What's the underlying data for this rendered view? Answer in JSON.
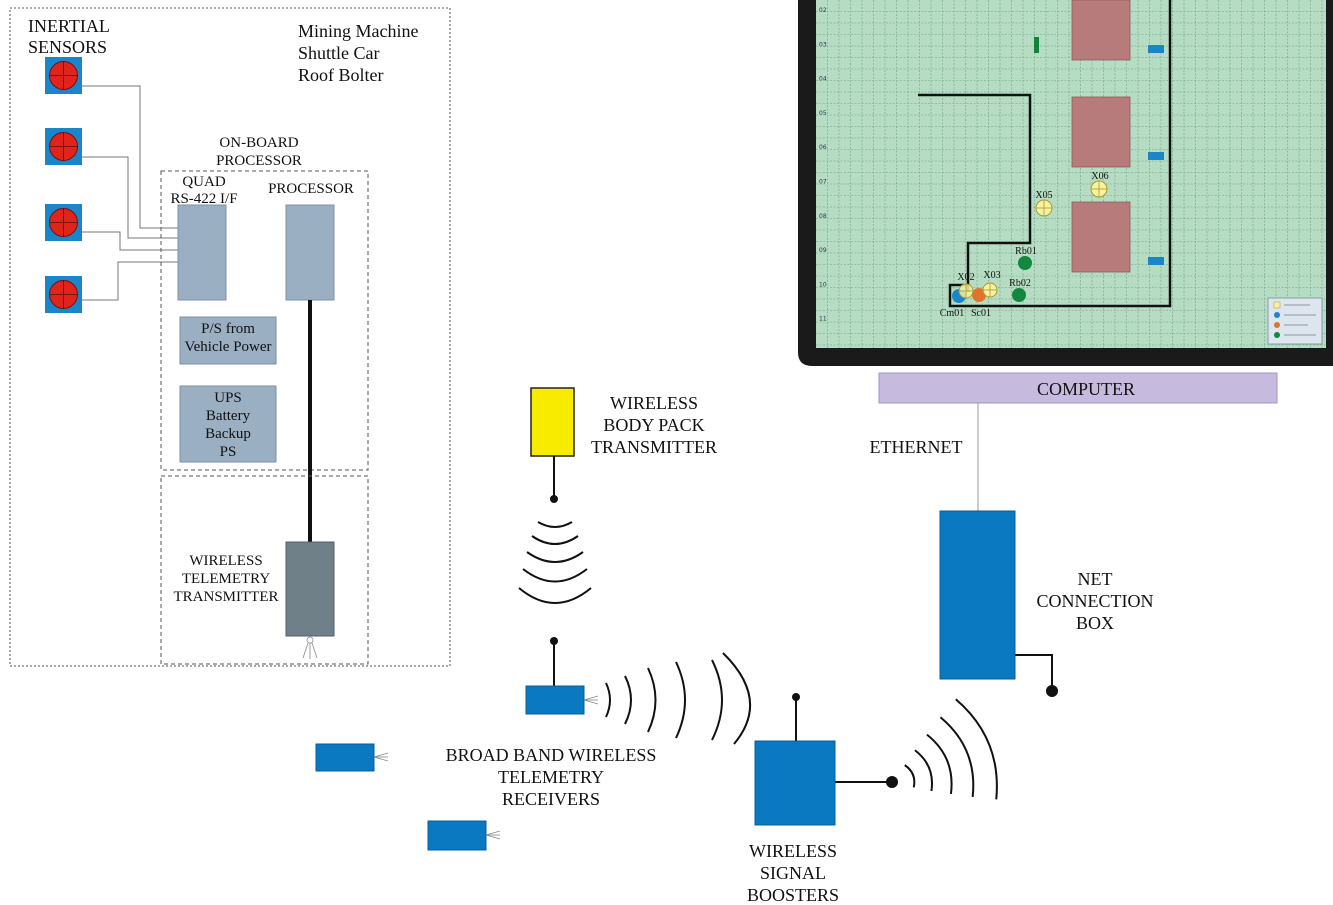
{
  "labels": {
    "inertial_l1": "INERTIAL",
    "inertial_l2": "SENSORS",
    "machine_l1": "Mining Machine",
    "machine_l2": "Shuttle Car",
    "machine_l3": "Roof Bolter",
    "onboard_l1": "ON-BOARD",
    "onboard_l2": "PROCESSOR",
    "quad_l1": "QUAD",
    "quad_l2": "RS-422 I/F",
    "processor": "PROCESSOR",
    "ps_l1": "P/S from",
    "ps_l2": "Vehicle Power",
    "ups_l1": "UPS",
    "ups_l2": "Battery",
    "ups_l3": "Backup",
    "ups_l4": "PS",
    "wtt_l1": "WIRELESS",
    "wtt_l2": "TELEMETRY",
    "wtt_l3": "TRANSMITTER",
    "body_l1": "WIRELESS",
    "body_l2": "BODY PACK",
    "body_l3": "TRANSMITTER",
    "computer": "COMPUTER",
    "ethernet": "ETHERNET",
    "net_l1": "NET",
    "net_l2": "CONNECTION",
    "net_l3": "BOX",
    "bb_l1": "BROAD BAND WIRELESS",
    "bb_l2": "TELEMETRY",
    "bb_l3": "RECEIVERS",
    "boost_l1": "WIRELESS",
    "boost_l2": "SIGNAL",
    "boost_l3": "BOOSTERS"
  },
  "map": {
    "markers": {
      "x02": "X02",
      "x03": "X03",
      "x05": "X05",
      "x06": "X06",
      "rb01": "Rb01",
      "rb02": "Rb02",
      "cm01": "Cm01",
      "sc01": "Sc01"
    },
    "row_numbers": [
      "02",
      "03",
      "04",
      "05",
      "06",
      "07",
      "08",
      "09",
      "10",
      "11"
    ]
  },
  "colors": {
    "sensor_blue": "#1a86c8",
    "sensor_red": "#e0241b",
    "module_gray": "#9aafc2",
    "transmitter_gray": "#6f8089",
    "device_blue": "#0b78c2",
    "body_pack_yellow": "#f7ec00",
    "computer_lavender": "#c7badf",
    "map_green": "#b6ddc3",
    "pillar_rose": "#b87b7b",
    "monitor_frame": "#1a1a1a"
  }
}
